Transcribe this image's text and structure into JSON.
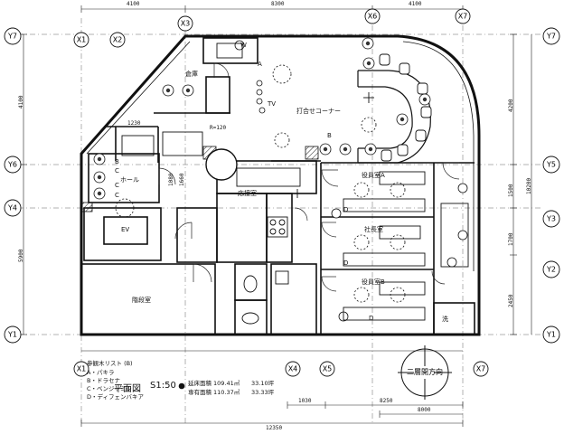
{
  "grid_bubbles": {
    "top": [
      "X3",
      "X6",
      "X7"
    ],
    "row2": [
      "X1",
      "X2"
    ],
    "left": [
      "Y7",
      "Y6",
      "Y4",
      "Y1"
    ],
    "right": [
      "Y7",
      "Y5",
      "Y3",
      "Y2",
      "Y1"
    ],
    "bottom": [
      "X1",
      "X4",
      "X5",
      "X7"
    ]
  },
  "dimensions": {
    "top": [
      "4100",
      "8300",
      "4100"
    ],
    "left": [
      "4100",
      "5900"
    ],
    "right": [
      "4200",
      "1500",
      "1700",
      "2450"
    ],
    "right_total": "10200",
    "bottom_segments": [
      "1030",
      "8250"
    ],
    "bottom_sub": "8000",
    "bottom_total": "12350",
    "inner": [
      "1230",
      "R=120",
      "1080",
      "1660"
    ]
  },
  "rooms": {
    "storage": "倉庫",
    "meeting_corner": "打合せコーナー",
    "hall": "ホール",
    "reception": "応接室",
    "office_a": "役員室A",
    "president": "社長室",
    "office_b": "役員室B",
    "ev": "EV",
    "stair": "階段室"
  },
  "codes": {
    "a": "A",
    "b": "B",
    "c": "C",
    "d": "D",
    "w": "W",
    "tv": "TV",
    "wc": "洗"
  },
  "legend": {
    "heading": "参観木リスト (B)",
    "items": [
      "A・パキラ",
      "B・ドラセナ",
      "C・ベンジャミン",
      "D・ディフェンバキア"
    ]
  },
  "title": {
    "name": "平面図",
    "scale": "S1:50",
    "area1_label": "延床面積",
    "area1_value": "109.41㎡",
    "area1_tsubo": "33.10坪",
    "area2_label": "専有面積",
    "area2_value": "110.37㎡",
    "area2_tsubo": "33.33坪"
  },
  "compass": {
    "label": "二層開方向"
  }
}
